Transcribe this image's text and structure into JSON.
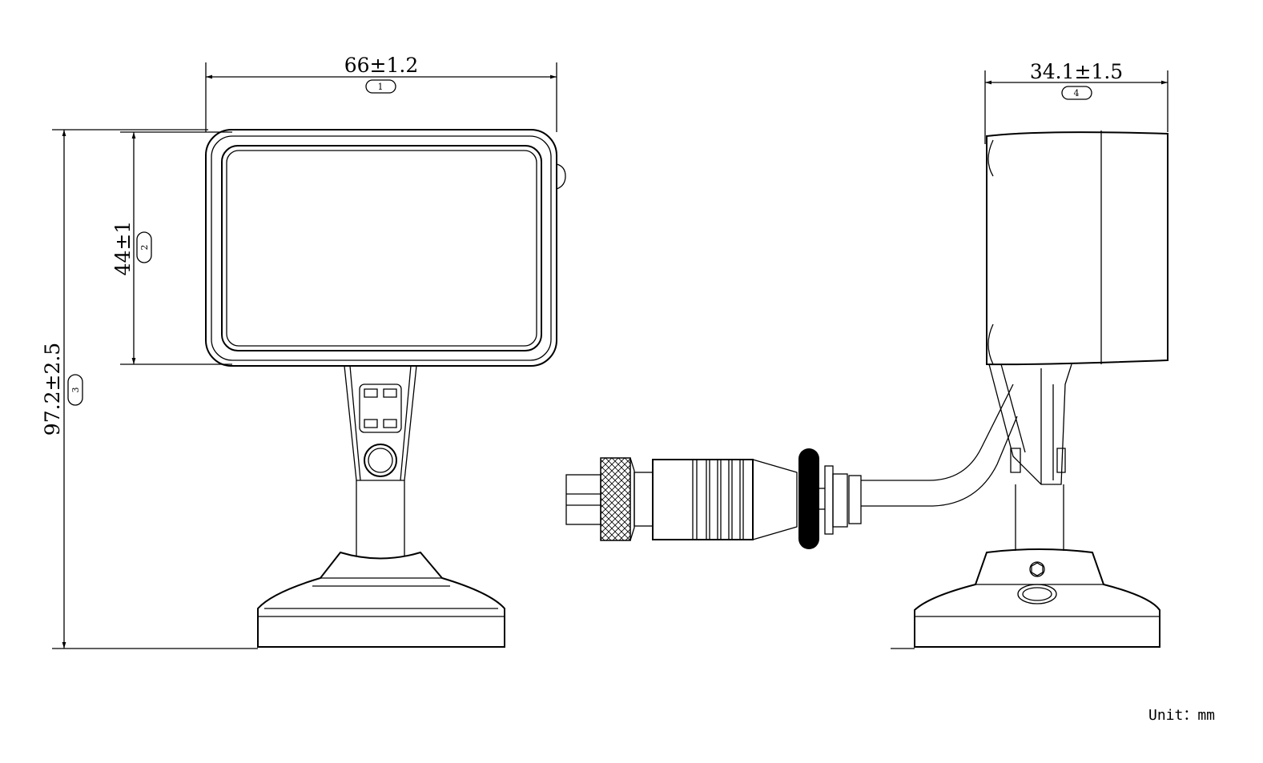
{
  "dimensions": {
    "width": {
      "text": "66±1.2",
      "balloon": "1"
    },
    "screen_height": {
      "text": "44±1",
      "balloon": "2"
    },
    "total_height": {
      "text": "97.2±2.5",
      "balloon": "3"
    },
    "depth": {
      "text": "34.1±1.5",
      "balloon": "4"
    }
  },
  "unit_label": "Unit：mm"
}
